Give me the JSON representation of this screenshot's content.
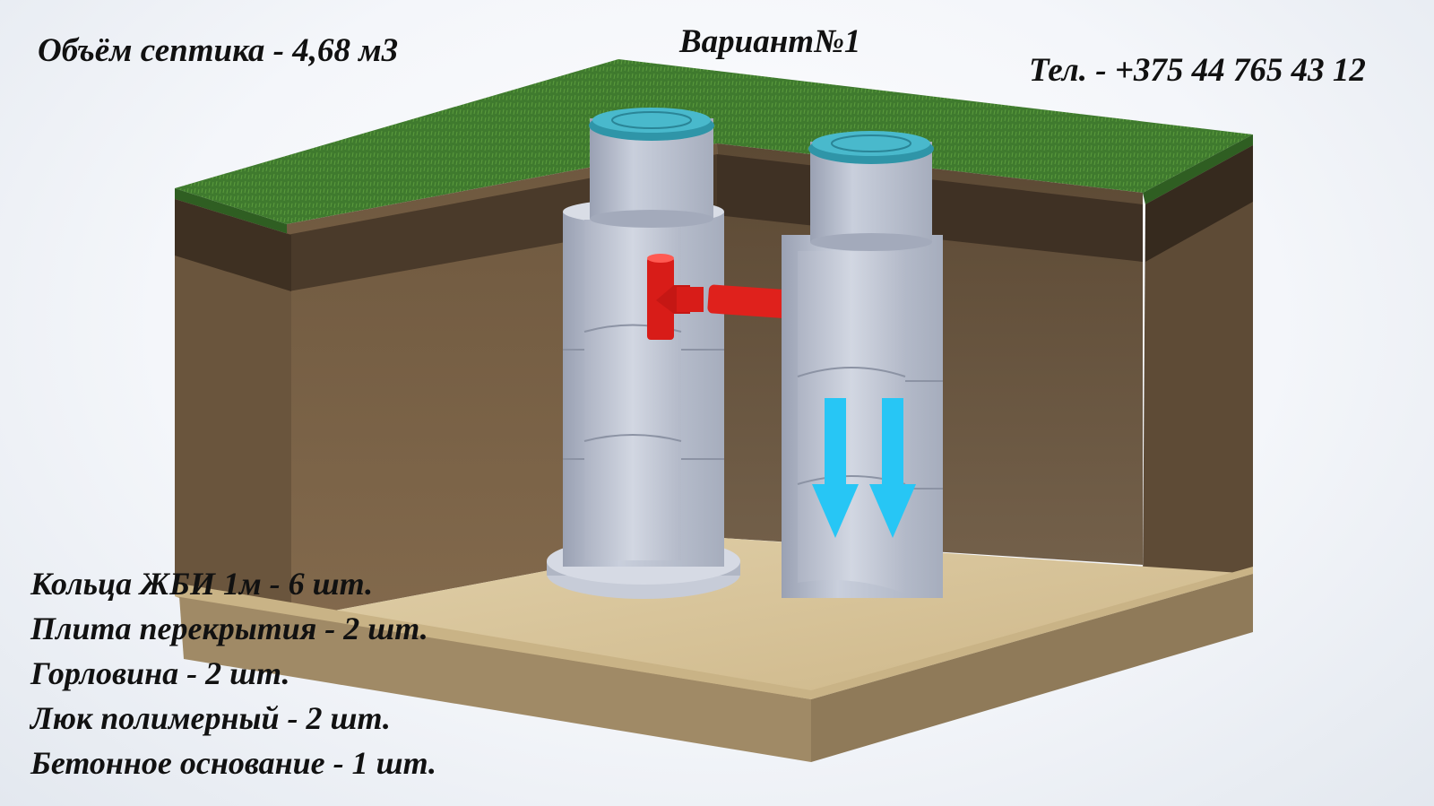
{
  "header": {
    "volume": "Объём септика - 4,68 м3",
    "variant": "Вариант№1",
    "phone": "Тел. - +375 44 765 43 12"
  },
  "specs": [
    "Кольца ЖБИ 1м - 6 шт.",
    "Плита перекрытия - 2 шт.",
    "Горловина - 2 шт.",
    "Люк полимерный - 2 шт.",
    "Бетонное основание - 1 шт."
  ],
  "colors": {
    "grass": "#3f7a2e",
    "topsoil": "#4a3a2a",
    "soil": "#7a6246",
    "sand": "#d9c59a",
    "concrete": "#b9bfcd",
    "hatch": "#3fb0c4",
    "pipe": "#e0201c",
    "flow_arrow": "#27c6f5"
  },
  "icons": [
    "septic-tank-diagram",
    "down-arrow-icon",
    "pipe-tee"
  ]
}
